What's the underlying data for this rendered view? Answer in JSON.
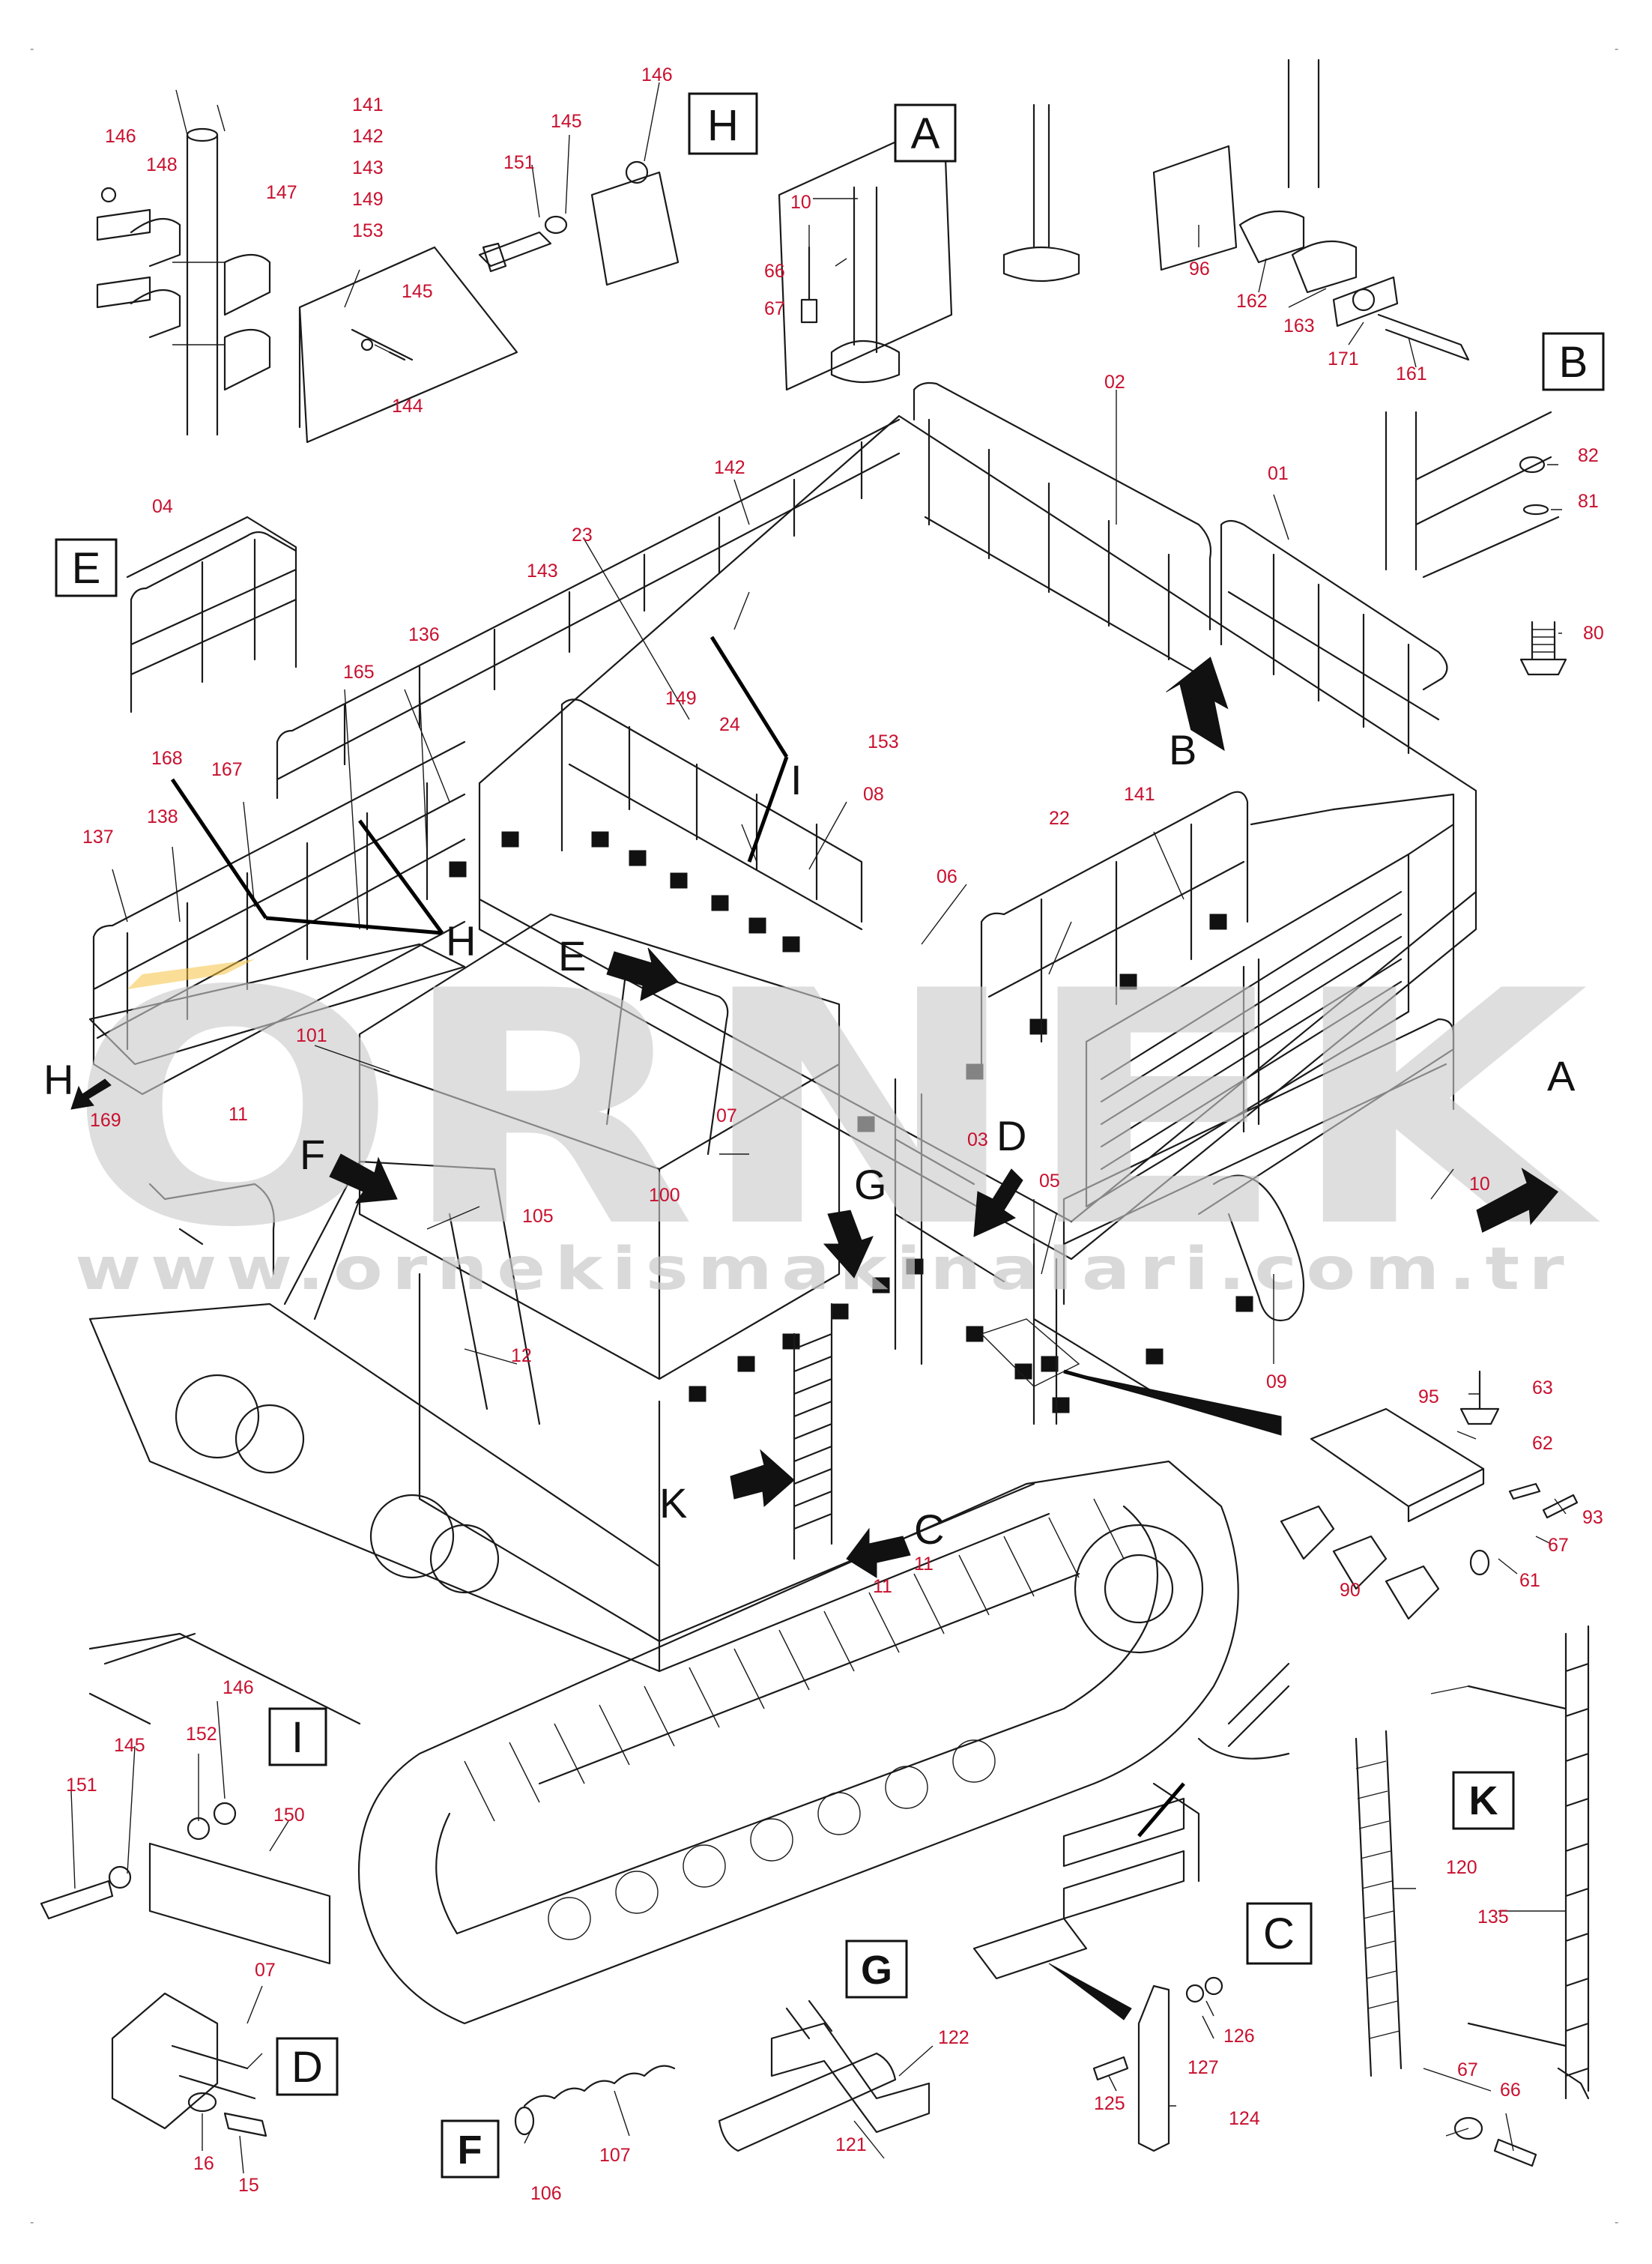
{
  "views": {
    "A": "A",
    "B": "B",
    "C": "C",
    "D": "D",
    "E": "E",
    "F": "F",
    "G": "G",
    "H": "H",
    "I": "I",
    "K": "K"
  },
  "watermark": {
    "brand": "ORNEK",
    "url": "www.ornekismakinalari.com.tr"
  },
  "corner_mark": "-",
  "colors": {
    "part_number": "#c8102e",
    "linework": "#1a1a1a",
    "watermark": "#c9c9cb",
    "accent": "#f5c242"
  },
  "parts": {
    "p01": "01",
    "p02": "02",
    "p03": "03",
    "p04": "04",
    "p05": "05",
    "p06": "06",
    "p07a": "07",
    "p07b": "07",
    "p08": "08",
    "p09": "09",
    "p10a": "10",
    "p10b": "10",
    "p11a": "11",
    "p11b": "11",
    "p11c": "11",
    "p12": "12",
    "p15": "15",
    "p16": "16",
    "p22": "22",
    "p23": "23",
    "p24": "24",
    "p61": "61",
    "p62": "62",
    "p63": "63",
    "p66a": "66",
    "p66b": "66",
    "p67a": "67",
    "p67b": "67",
    "p67c": "67",
    "p80": "80",
    "p81": "81",
    "p82": "82",
    "p90": "90",
    "p93": "93",
    "p95": "95",
    "p96": "96",
    "p100": "100",
    "p101": "101",
    "p105": "105",
    "p106": "106",
    "p107": "107",
    "p120": "120",
    "p121": "121",
    "p122": "122",
    "p124": "124",
    "p125": "125",
    "p126": "126",
    "p127": "127",
    "p135": "135",
    "p136": "136",
    "p137": "137",
    "p138": "138",
    "p141a": "141",
    "p141b": "141",
    "p142a": "142",
    "p142b": "142",
    "p143a": "143",
    "p143b": "143",
    "p144": "144",
    "p145a": "145",
    "p145b": "145",
    "p145c": "145",
    "p146a": "146",
    "p146b": "146",
    "p146c": "146",
    "p147": "147",
    "p148": "148",
    "p149a": "149",
    "p149b": "149",
    "p150": "150",
    "p151a": "151",
    "p151b": "151",
    "p152": "152",
    "p153a": "153",
    "p153b": "153",
    "p161": "161",
    "p162": "162",
    "p163": "163",
    "p165": "165",
    "p167": "167",
    "p168": "168",
    "p169": "169",
    "p171": "171"
  }
}
